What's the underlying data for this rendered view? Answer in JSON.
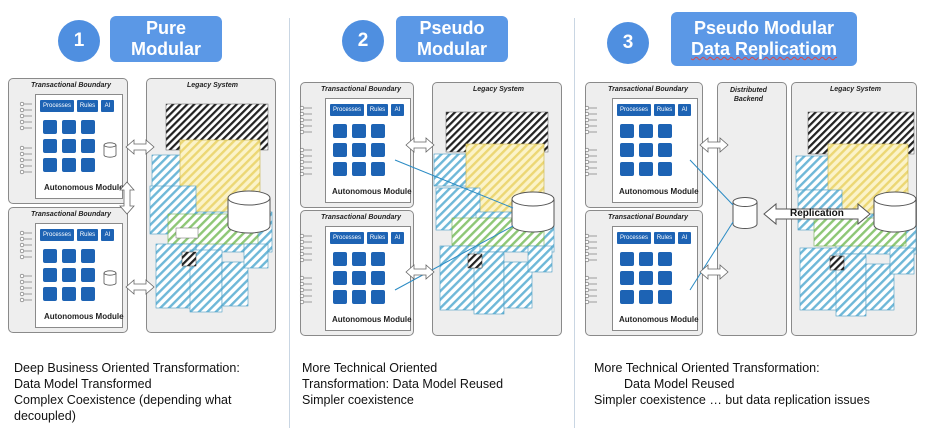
{
  "panels": [
    {
      "number": "1",
      "title_lines": [
        "Pure",
        "Modular"
      ],
      "boundary_label": "Transactional Boundary",
      "legacy_label": "Legacy System",
      "module_label": "Autonomous Module",
      "chips": [
        "Processes",
        "Rules",
        "AI"
      ],
      "caption_lines": [
        "Deep Business Oriented Transformation:",
        "Data Model Transformed",
        "Complex Coexistence (depending what",
        "decoupled)"
      ]
    },
    {
      "number": "2",
      "title_lines": [
        "Pseudo",
        "Modular"
      ],
      "boundary_label": "Transactional Boundary",
      "legacy_label": "Legacy System",
      "module_label": "Autonomous Module",
      "chips": [
        "Processes",
        "Rules",
        "AI"
      ],
      "caption_lines": [
        "More Technical Oriented",
        "Transformation: Data Model Reused",
        "Simpler coexistence"
      ]
    },
    {
      "number": "3",
      "title_lines": [
        "Pseudo Modular",
        "Data Replicatiom"
      ],
      "boundary_label": "Transactional Boundary",
      "legacy_label": "Legacy System",
      "distributed_label_lines": [
        "Distributed",
        "Backend"
      ],
      "module_label": "Autonomous Module",
      "chips": [
        "Processes",
        "Rules",
        "AI"
      ],
      "replication_label": "Replication",
      "caption_lines": [
        "More Technical Oriented Transformation:",
        "Data Model Reused",
        "Simpler coexistence … but data replication issues"
      ]
    }
  ],
  "colors": {
    "accent": "#5b98e6",
    "module_blue": "#1d63b4",
    "frame_gray": "#eeeeee",
    "hatch_blue": "#6fb8d8",
    "hatch_yellow": "#f3e39a",
    "hatch_green": "#9ecf86",
    "hatch_black": "#222222"
  }
}
